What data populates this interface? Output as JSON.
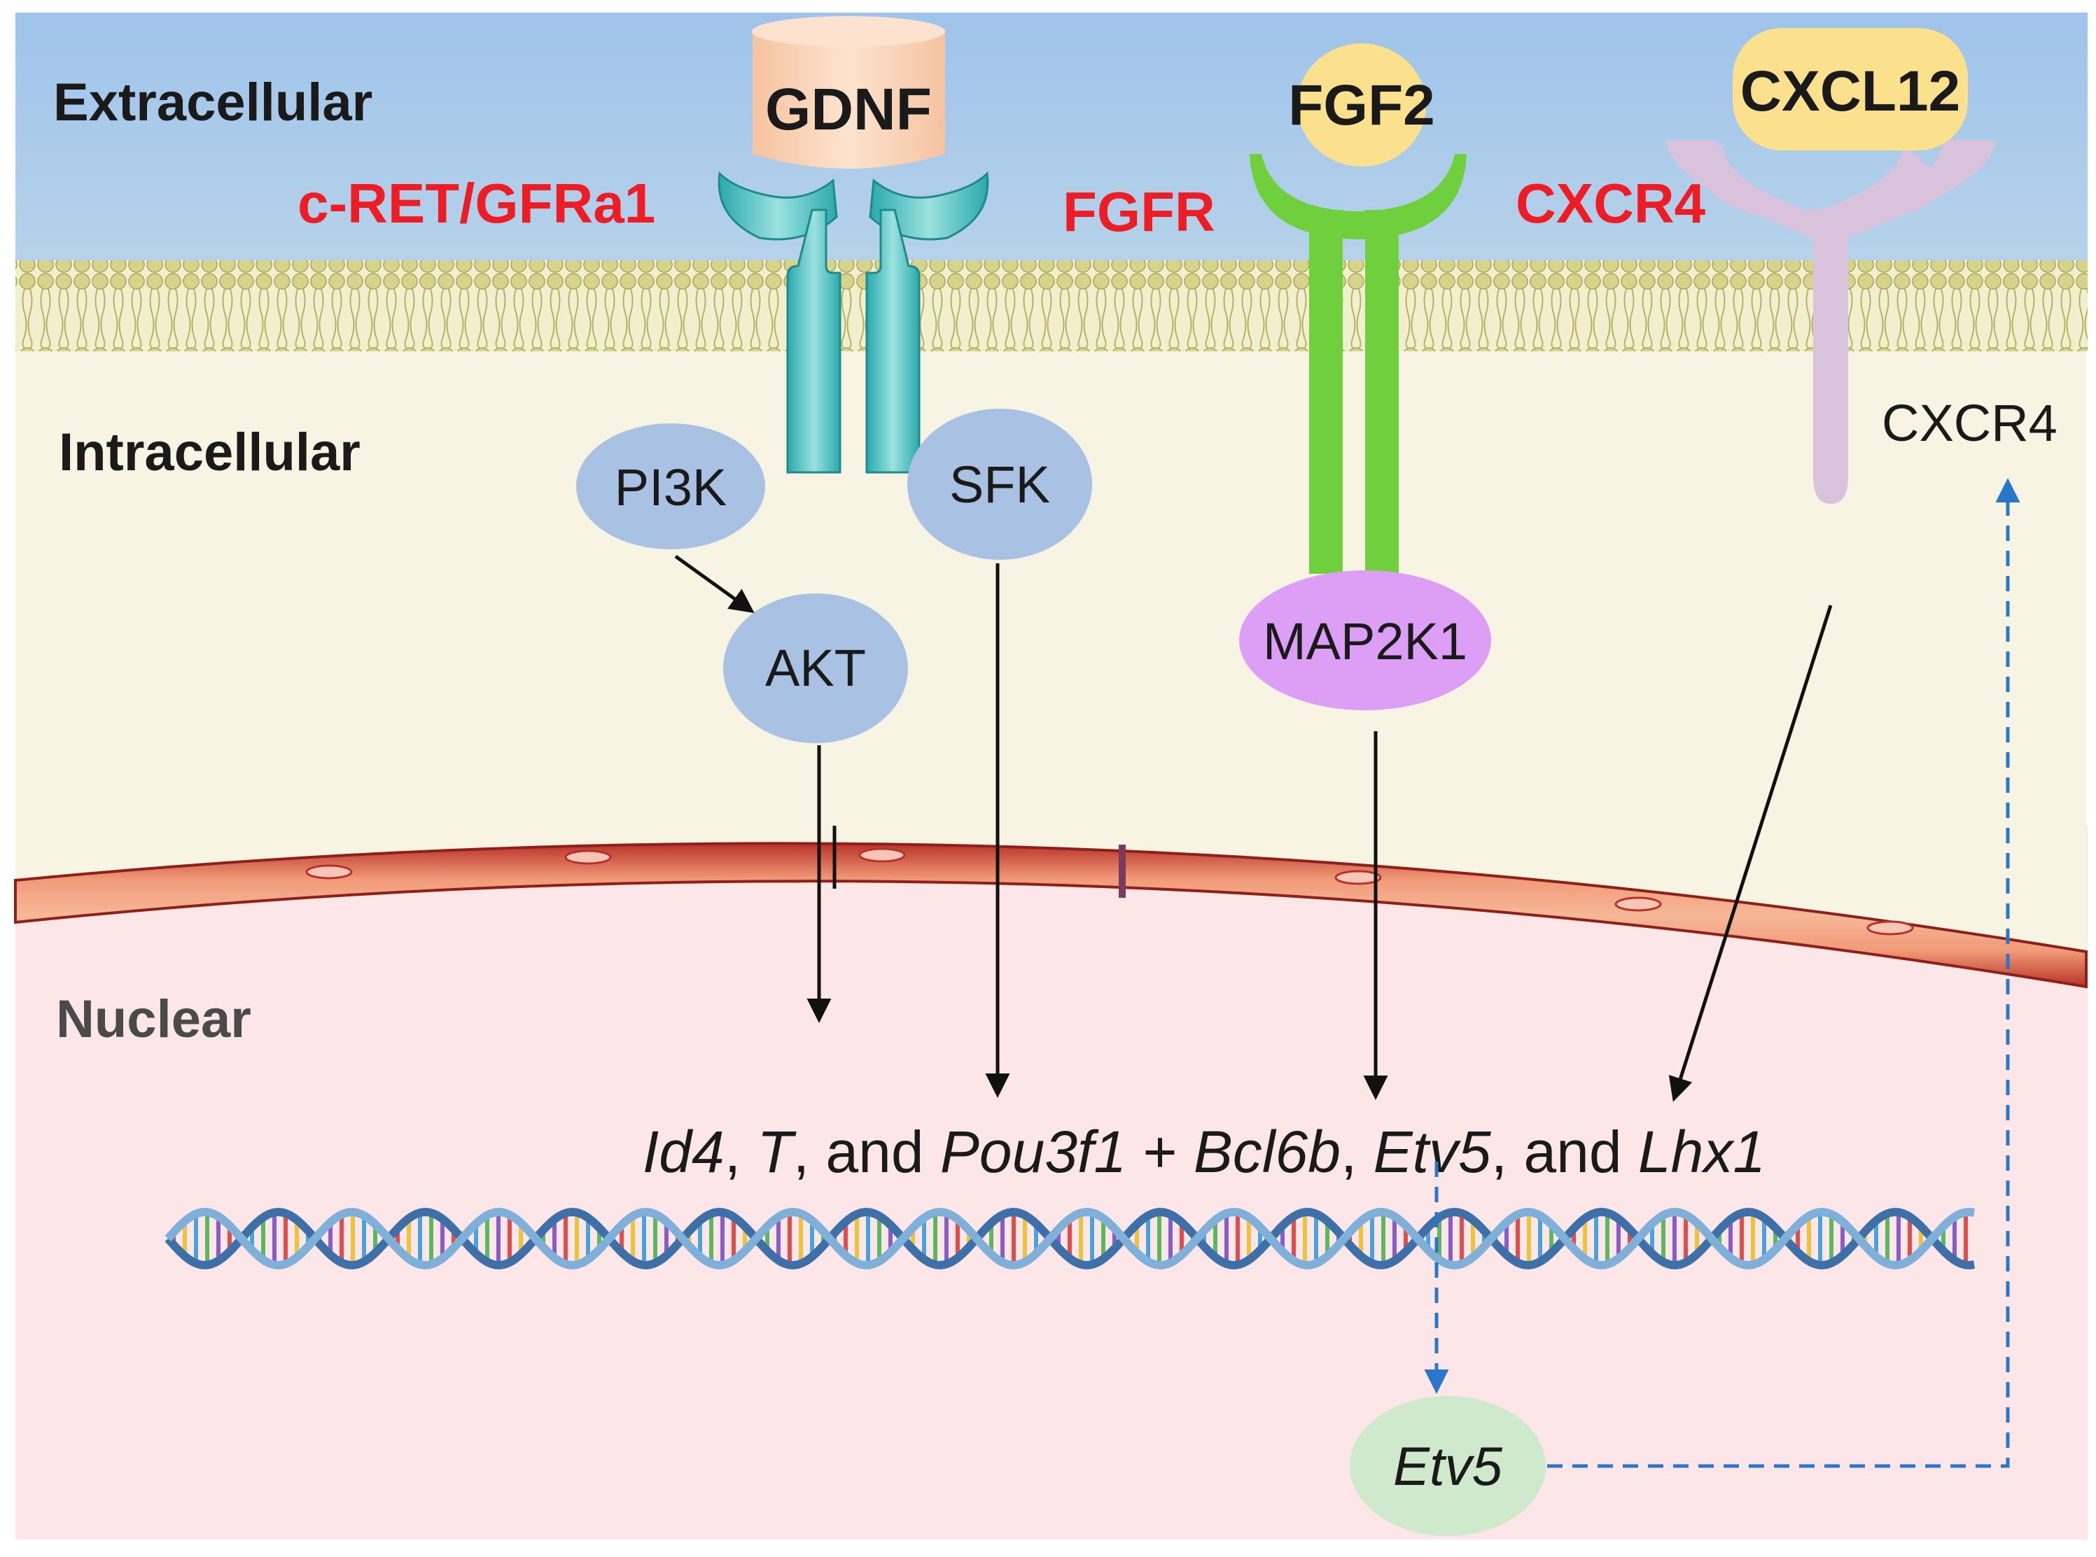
{
  "regions": {
    "extracellular": "Extracellular",
    "intracellular": "Intracellular",
    "nuclear": "Nuclear"
  },
  "receptors": {
    "cret": "c-RET/GFRa1",
    "fgfr": "FGFR",
    "cxcr4": "CXCR4"
  },
  "ligands": {
    "gdnf": "GDNF",
    "fgf2": "FGF2",
    "cxcl12": "CXCL12"
  },
  "nodes": {
    "pi3k": "PI3K",
    "sfk": "SFK",
    "akt": "AKT",
    "map2k1": "MAP2K1",
    "cxcr4_intracellular": "CXCR4",
    "etv5_product": "Etv5"
  },
  "genes": {
    "id4": "Id4",
    "sep1": ", ",
    "t": "T",
    "sep2": ", and ",
    "pou3f1": "Pou3f1",
    "plus": " + ",
    "bcl6b": "Bcl6b",
    "sep3": ", ",
    "etv5": "Etv5",
    "sep4": ", and ",
    "lhx1": "Lhx1"
  },
  "colors": {
    "extracellular_bg": "#a9c9e6",
    "intracellular_bg": "#f7f4e4",
    "nuclear_bg": "#fce6e8",
    "receptor_label": "#ee1c24",
    "cret_receptor": "#3bbcc0",
    "fgfr_receptor": "#6fcf3c",
    "cxcr4_receptor": "#d9c3dc",
    "gdnf_fill": "#f9d2b4",
    "ligand_yellow": "#fbe08e",
    "kinase_blue": "#a9c1e2",
    "map2k1_purple": "#dd9ef5",
    "etv5_green": "#cfe9cc",
    "dashed_feedback": "#2a77c9",
    "membrane": "#c9c77a",
    "nuclear_envelope": "#c8463a"
  }
}
